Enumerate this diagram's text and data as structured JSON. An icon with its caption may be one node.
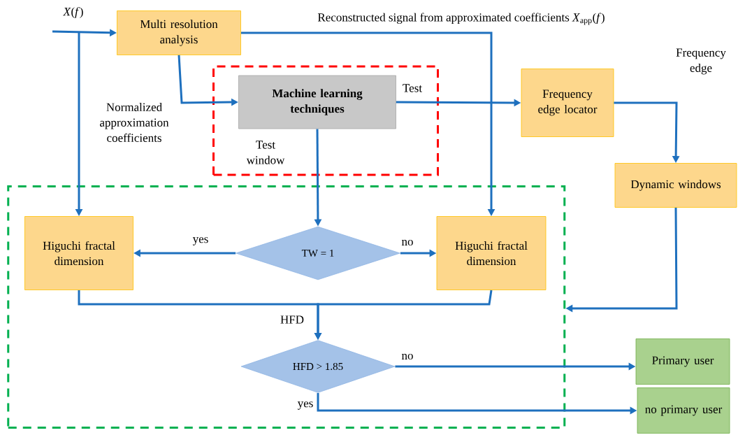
{
  "diagram": {
    "nodes": [
      {
        "text": [
          "Multi resolution analysis"
        ]
      },
      {
        "text": [],
        "shape": "box"
      },
      {
        "text": [
          "Machine learning techniques"
        ],
        "in": 1
      },
      {
        "text": [
          "Frequency edge locator"
        ]
      },
      {
        "text": [
          "Dynamic windows"
        ]
      },
      {
        "text": [],
        "shape": "box"
      },
      {
        "text": [
          "Higuchi fractal dimension"
        ],
        "in": 5
      },
      {
        "text": [
          "TW = 1"
        ],
        "in": 5
      },
      {
        "text": [
          "Higuchi fractal dimension"
        ],
        "in": 5
      },
      {
        "text": [
          "HFD > 1.85"
        ],
        "in": 5
      },
      {
        "text": [
          "Primary user"
        ]
      },
      {
        "text": [
          "no primary user"
        ]
      }
    ],
    "edges": [
      {
        "from": null,
        "to": 0,
        "arrow": "to",
        "label": "*X*(*f*)"
      },
      {
        "from": null,
        "to": 6,
        "arrow": "to"
      },
      {
        "from": 0,
        "to": 8,
        "arrow": "to",
        "label": "Reconstructed signal from approximated coefficients *X*$_{app}$(*f*)"
      },
      {
        "from": 0,
        "to": 2,
        "arrow": "to",
        "label": "Normalized approximation coefficients"
      },
      {
        "from": 2,
        "to": 3,
        "arrow": "to",
        "label": "Test"
      },
      {
        "from": 2,
        "to": 7,
        "arrow": "to",
        "label": "Test window"
      },
      {
        "from": 7,
        "to": 6,
        "arrow": "to",
        "label": "yes"
      },
      {
        "from": 7,
        "to": 8,
        "arrow": "to",
        "label": "no"
      },
      {
        "from": 6,
        "to": 9,
        "arrow": "to",
        "label": "HFD"
      },
      {
        "from": 8,
        "to": 9,
        "arrow": "to"
      },
      {
        "from": 3,
        "to": 4,
        "arrow": "to",
        "label": "Frequency edge"
      },
      {
        "from": 4,
        "to": 5,
        "arrow": "to"
      },
      {
        "from": 9,
        "to": 10,
        "arrow": "to",
        "label": "no"
      },
      {
        "from": 9,
        "to": 11,
        "arrow": "to",
        "label": "yes"
      }
    ]
  }
}
